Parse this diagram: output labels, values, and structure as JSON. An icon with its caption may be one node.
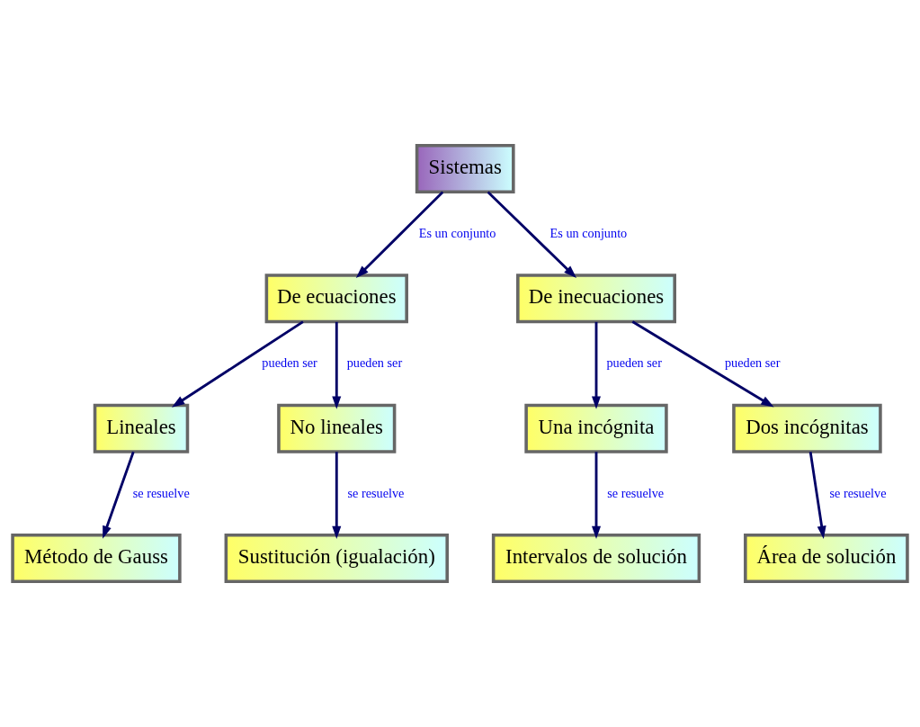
{
  "diagram": {
    "nodes": [
      {
        "text": [
          "Sistemas"
        ]
      },
      {
        "text": [
          "De ecuaciones"
        ]
      },
      {
        "text": [
          "De inecuaciones"
        ]
      },
      {
        "text": [
          "Lineales"
        ]
      },
      {
        "text": [
          "No lineales"
        ]
      },
      {
        "text": [
          "Método de Gauss"
        ]
      },
      {
        "text": [
          "Sustitución (igualación)"
        ]
      },
      {
        "text": [
          "Una incógnita"
        ]
      },
      {
        "text": [
          "Dos incógnitas"
        ]
      },
      {
        "text": [
          "Intervalos de solución"
        ]
      },
      {
        "text": [
          "Área de solución"
        ]
      }
    ],
    "edges": [
      {
        "from": 0,
        "to": 1,
        "arrow": "to",
        "label": "Es un conjunto"
      },
      {
        "from": 0,
        "to": 2,
        "arrow": "to",
        "label": "Es un conjunto"
      },
      {
        "from": 1,
        "to": 3,
        "arrow": "to",
        "label": "pueden ser"
      },
      {
        "from": 1,
        "to": 4,
        "arrow": "to",
        "label": "pueden ser"
      },
      {
        "from": 3,
        "to": 5,
        "arrow": "to",
        "label": "se resuelve"
      },
      {
        "from": 4,
        "to": 6,
        "arrow": "to",
        "label": "se resuelve"
      },
      {
        "from": 2,
        "to": 7,
        "arrow": "to",
        "label": "pueden ser"
      },
      {
        "from": 2,
        "to": 8,
        "arrow": "to",
        "label": "pueden ser"
      },
      {
        "from": 7,
        "to": 9,
        "arrow": "to",
        "label": "se resuelve"
      },
      {
        "from": 8,
        "to": 10,
        "arrow": "to",
        "label": "se resuelve"
      }
    ]
  }
}
